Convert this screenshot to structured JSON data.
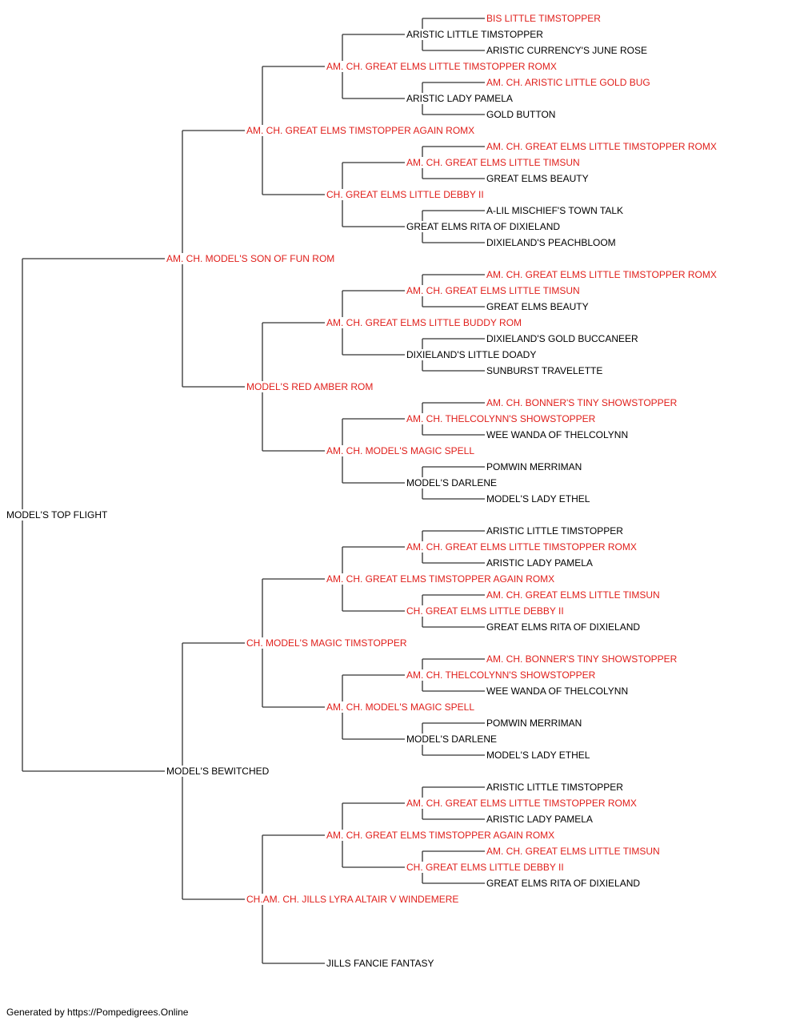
{
  "colors": {
    "champion": "#e0201c",
    "normal": "#000000",
    "line": "#333333"
  },
  "tree": {
    "name": "MODEL'S TOP FLIGHT",
    "champion": false,
    "sire": {
      "name": "AM. CH. MODEL'S SON OF FUN ROM",
      "champion": true,
      "sire": {
        "name": "AM. CH. GREAT ELMS TIMSTOPPER AGAIN ROMX",
        "champion": true,
        "sire": {
          "name": "AM. CH. GREAT ELMS LITTLE TIMSTOPPER ROMX",
          "champion": true,
          "sire": {
            "name": "ARISTIC LITTLE TIMSTOPPER",
            "champion": false,
            "sire": {
              "name": "BIS LITTLE TIMSTOPPER",
              "champion": true
            },
            "dam": {
              "name": "ARISTIC CURRENCY'S JUNE ROSE",
              "champion": false
            }
          },
          "dam": {
            "name": "ARISTIC LADY PAMELA",
            "champion": false,
            "sire": {
              "name": "AM. CH. ARISTIC LITTLE GOLD BUG",
              "champion": true
            },
            "dam": {
              "name": "GOLD BUTTON",
              "champion": false
            }
          }
        },
        "dam": {
          "name": "CH. GREAT ELMS LITTLE DEBBY II",
          "champion": true,
          "sire": {
            "name": "AM. CH. GREAT ELMS LITTLE TIMSUN",
            "champion": true,
            "sire": {
              "name": "AM. CH. GREAT ELMS LITTLE TIMSTOPPER ROMX",
              "champion": true
            },
            "dam": {
              "name": "GREAT ELMS BEAUTY",
              "champion": false
            }
          },
          "dam": {
            "name": "GREAT ELMS RITA OF DIXIELAND",
            "champion": false,
            "sire": {
              "name": "A-LIL MISCHIEF'S TOWN TALK",
              "champion": false
            },
            "dam": {
              "name": "DIXIELAND'S PEACHBLOOM",
              "champion": false
            }
          }
        }
      },
      "dam": {
        "name": "MODEL'S RED AMBER ROM",
        "champion": true,
        "sire": {
          "name": "AM. CH. GREAT ELMS LITTLE BUDDY ROM",
          "champion": true,
          "sire": {
            "name": "AM. CH. GREAT ELMS LITTLE TIMSUN",
            "champion": true,
            "sire": {
              "name": "AM. CH. GREAT ELMS LITTLE TIMSTOPPER ROMX",
              "champion": true
            },
            "dam": {
              "name": "GREAT ELMS BEAUTY",
              "champion": false
            }
          },
          "dam": {
            "name": "DIXIELAND'S LITTLE DOADY",
            "champion": false,
            "sire": {
              "name": "DIXIELAND'S GOLD BUCCANEER",
              "champion": false
            },
            "dam": {
              "name": "SUNBURST TRAVELETTE",
              "champion": false
            }
          }
        },
        "dam": {
          "name": "AM. CH. MODEL'S MAGIC SPELL",
          "champion": true,
          "sire": {
            "name": "AM. CH. THELCOLYNN'S SHOWSTOPPER",
            "champion": true,
            "sire": {
              "name": "AM. CH. BONNER'S TINY SHOWSTOPPER",
              "champion": true
            },
            "dam": {
              "name": "WEE WANDA OF THELCOLYNN",
              "champion": false
            }
          },
          "dam": {
            "name": "MODEL'S DARLENE",
            "champion": false,
            "sire": {
              "name": "POMWIN MERRIMAN",
              "champion": false
            },
            "dam": {
              "name": "MODEL'S LADY ETHEL",
              "champion": false
            }
          }
        }
      }
    },
    "dam": {
      "name": "MODEL'S BEWITCHED",
      "champion": false,
      "sire": {
        "name": "CH. MODEL'S MAGIC TIMSTOPPER",
        "champion": true,
        "sire": {
          "name": "AM. CH. GREAT ELMS TIMSTOPPER AGAIN ROMX",
          "champion": true,
          "sire": {
            "name": "AM. CH. GREAT ELMS LITTLE TIMSTOPPER ROMX",
            "champion": true,
            "sire": {
              "name": "ARISTIC LITTLE TIMSTOPPER",
              "champion": false
            },
            "dam": {
              "name": "ARISTIC LADY PAMELA",
              "champion": false
            }
          },
          "dam": {
            "name": "CH. GREAT ELMS LITTLE DEBBY II",
            "champion": true,
            "sire": {
              "name": "AM. CH. GREAT ELMS LITTLE TIMSUN",
              "champion": true
            },
            "dam": {
              "name": "GREAT ELMS RITA OF DIXIELAND",
              "champion": false
            }
          }
        },
        "dam": {
          "name": "AM. CH. MODEL'S MAGIC SPELL",
          "champion": true,
          "sire": {
            "name": "AM. CH. THELCOLYNN'S SHOWSTOPPER",
            "champion": true,
            "sire": {
              "name": "AM. CH. BONNER'S TINY SHOWSTOPPER",
              "champion": true
            },
            "dam": {
              "name": "WEE WANDA OF THELCOLYNN",
              "champion": false
            }
          },
          "dam": {
            "name": "MODEL'S DARLENE",
            "champion": false,
            "sire": {
              "name": "POMWIN MERRIMAN",
              "champion": false
            },
            "dam": {
              "name": "MODEL'S LADY ETHEL",
              "champion": false
            }
          }
        }
      },
      "dam": {
        "name": "CH.AM. CH. JILLS LYRA ALTAIR V WINDEMERE",
        "champion": true,
        "sire": {
          "name": "AM. CH. GREAT ELMS TIMSTOPPER AGAIN ROMX",
          "champion": true,
          "sire": {
            "name": "AM. CH. GREAT ELMS LITTLE TIMSTOPPER ROMX",
            "champion": true,
            "sire": {
              "name": "ARISTIC LITTLE TIMSTOPPER",
              "champion": false
            },
            "dam": {
              "name": "ARISTIC LADY PAMELA",
              "champion": false
            }
          },
          "dam": {
            "name": "CH. GREAT ELMS LITTLE DEBBY II",
            "champion": true,
            "sire": {
              "name": "AM. CH. GREAT ELMS LITTLE TIMSUN",
              "champion": true
            },
            "dam": {
              "name": "GREAT ELMS RITA OF DIXIELAND",
              "champion": false
            }
          }
        },
        "dam": {
          "name": "JILLS FANCIE FANTASY",
          "champion": false
        }
      }
    }
  },
  "footer": {
    "text": "Generated by https://Pompedigrees.Online"
  }
}
